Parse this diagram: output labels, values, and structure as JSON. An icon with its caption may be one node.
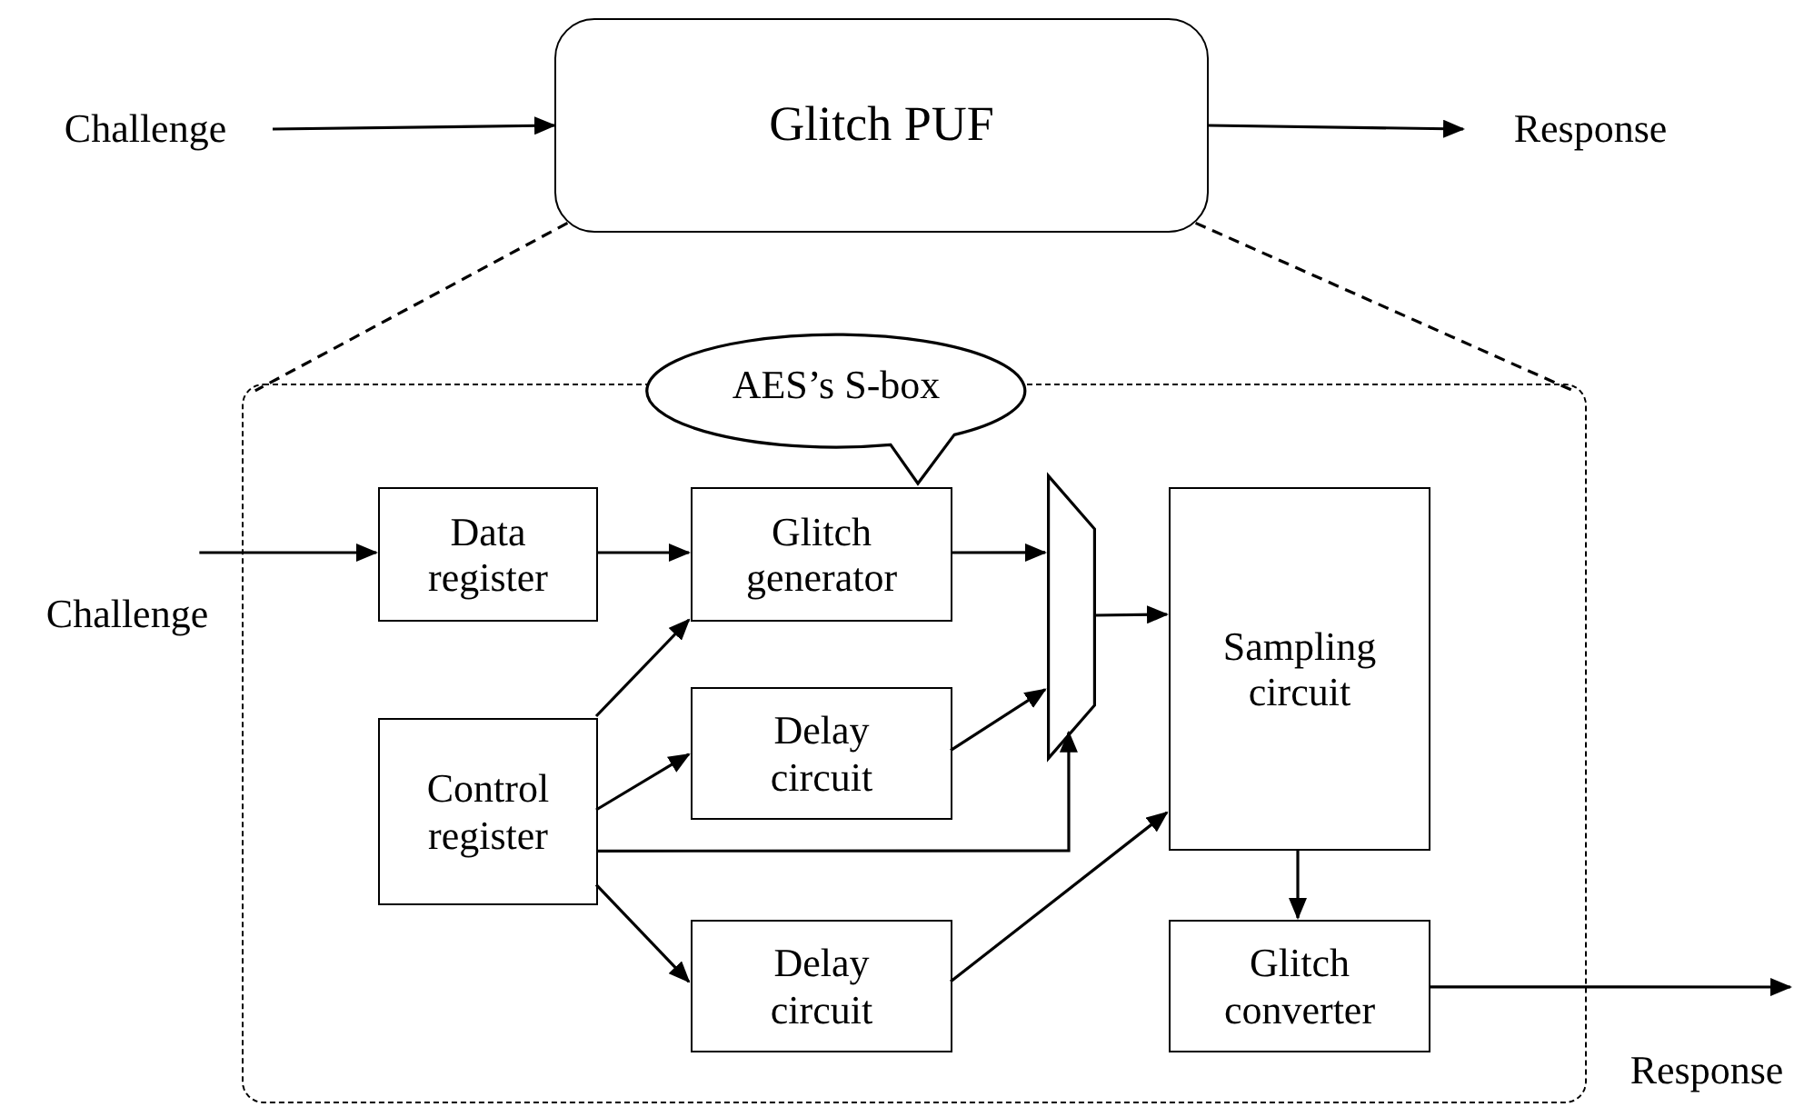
{
  "diagram": {
    "nodes": [
      {
        "text": [
          "Challenge"
        ]
      },
      {
        "text": [
          "Glitch PUF"
        ]
      },
      {
        "text": [
          "Response"
        ]
      },
      {
        "text": [],
        "shape": "box"
      },
      {
        "text": [
          "AES’s S-box"
        ]
      },
      {
        "text": [
          "Data register"
        ],
        "in": 3
      },
      {
        "text": [
          "Glitch generator"
        ],
        "in": 3
      },
      {
        "text": [],
        "shape": "box",
        "in": 3
      },
      {
        "text": [
          "Delay circuit"
        ],
        "in": 3
      },
      {
        "text": [
          "Control register"
        ],
        "in": 3
      },
      {
        "text": [
          "Delay circuit"
        ],
        "in": 3
      },
      {
        "text": [
          "Sampling circuit"
        ],
        "in": 3
      },
      {
        "text": [
          "Glitch converter"
        ],
        "in": 3
      },
      {
        "text": [
          "Challenge"
        ]
      },
      {
        "text": [
          "Response"
        ]
      }
    ],
    "edges": [
      {
        "from": 0,
        "to": 1,
        "arrow": "to"
      },
      {
        "from": 1,
        "to": 2,
        "arrow": "to"
      },
      {
        "from": 1,
        "to": 3,
        "arrow": "none",
        "style": "dashed"
      },
      {
        "from": 1,
        "to": 3,
        "arrow": "none",
        "style": "dashed"
      },
      {
        "from": 13,
        "to": 5,
        "arrow": "to"
      },
      {
        "from": 5,
        "to": 6,
        "arrow": "to"
      },
      {
        "from": 6,
        "to": 7,
        "arrow": "to"
      },
      {
        "from": 8,
        "to": 7,
        "arrow": "to"
      },
      {
        "from": 9,
        "to": 6,
        "arrow": "to"
      },
      {
        "from": 9,
        "to": 8,
        "arrow": "to"
      },
      {
        "from": 9,
        "to": 7,
        "arrow": "to"
      },
      {
        "from": 9,
        "to": 10,
        "arrow": "to"
      },
      {
        "from": 10,
        "to": 11,
        "arrow": "to"
      },
      {
        "from": 7,
        "to": 11,
        "arrow": "to"
      },
      {
        "from": 11,
        "to": 12,
        "arrow": "to"
      },
      {
        "from": 12,
        "to": 14,
        "arrow": "to"
      }
    ]
  }
}
